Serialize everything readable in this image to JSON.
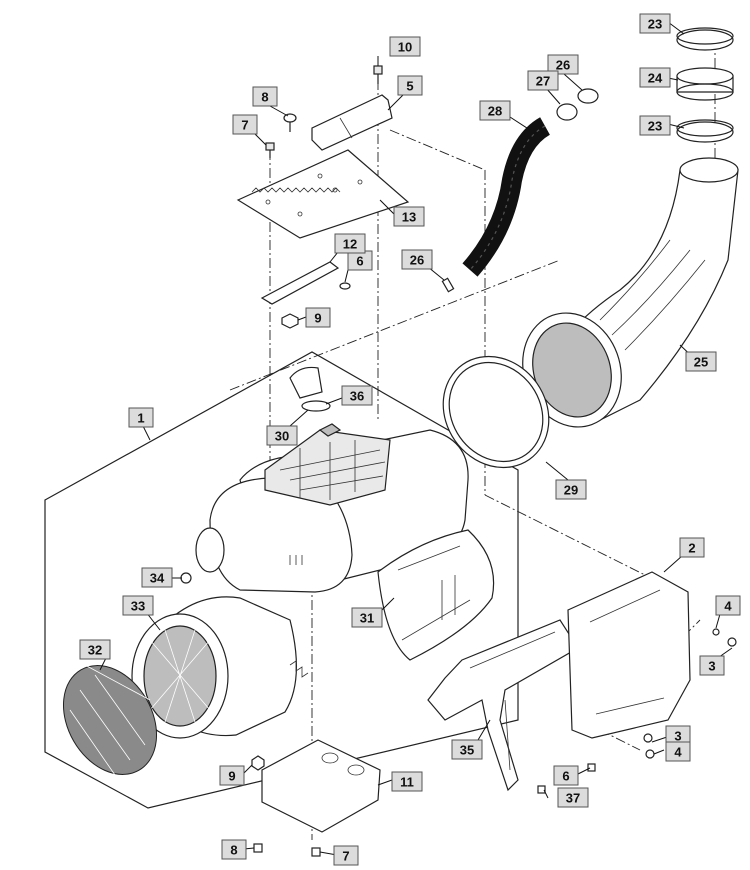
{
  "diagram": {
    "callouts": [
      {
        "id": "c1",
        "label": "1"
      },
      {
        "id": "c2",
        "label": "2"
      },
      {
        "id": "c3a",
        "label": "3"
      },
      {
        "id": "c3b",
        "label": "3"
      },
      {
        "id": "c4a",
        "label": "4"
      },
      {
        "id": "c4b",
        "label": "4"
      },
      {
        "id": "c5",
        "label": "5"
      },
      {
        "id": "c6a",
        "label": "6"
      },
      {
        "id": "c6b",
        "label": "6"
      },
      {
        "id": "c7a",
        "label": "7"
      },
      {
        "id": "c7b",
        "label": "7"
      },
      {
        "id": "c8a",
        "label": "8"
      },
      {
        "id": "c8b",
        "label": "8"
      },
      {
        "id": "c9a",
        "label": "9"
      },
      {
        "id": "c9b",
        "label": "9"
      },
      {
        "id": "c10",
        "label": "10"
      },
      {
        "id": "c11",
        "label": "11"
      },
      {
        "id": "c12",
        "label": "12"
      },
      {
        "id": "c13",
        "label": "13"
      },
      {
        "id": "c23a",
        "label": "23"
      },
      {
        "id": "c23b",
        "label": "23"
      },
      {
        "id": "c24",
        "label": "24"
      },
      {
        "id": "c25",
        "label": "25"
      },
      {
        "id": "c26a",
        "label": "26"
      },
      {
        "id": "c26b",
        "label": "26"
      },
      {
        "id": "c27",
        "label": "27"
      },
      {
        "id": "c28",
        "label": "28"
      },
      {
        "id": "c29",
        "label": "29"
      },
      {
        "id": "c30",
        "label": "30"
      },
      {
        "id": "c31",
        "label": "31"
      },
      {
        "id": "c32",
        "label": "32"
      },
      {
        "id": "c33",
        "label": "33"
      },
      {
        "id": "c34",
        "label": "34"
      },
      {
        "id": "c35",
        "label": "35"
      },
      {
        "id": "c36",
        "label": "36"
      },
      {
        "id": "c37",
        "label": "37"
      }
    ]
  }
}
